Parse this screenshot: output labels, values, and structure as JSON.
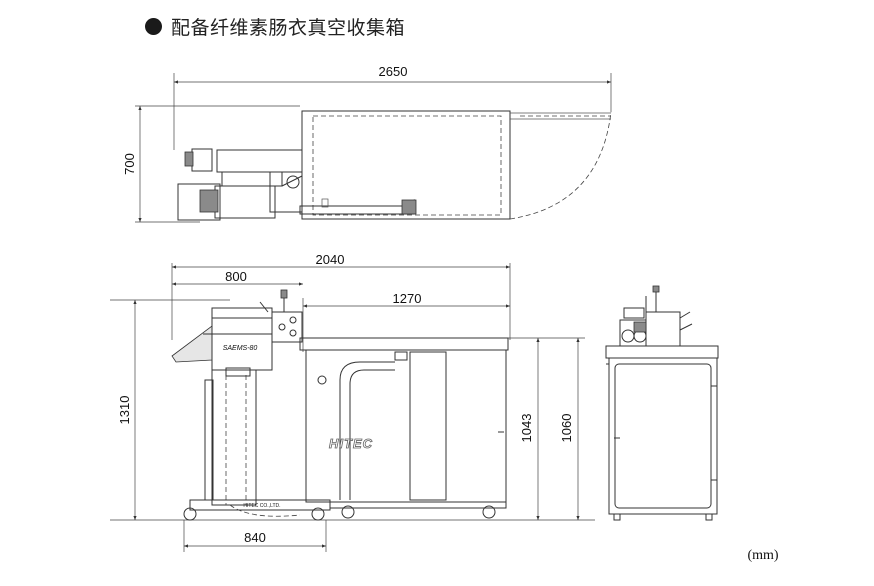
{
  "heading": {
    "text": "配备纤维素肠衣真空收集箱"
  },
  "top_view": {
    "dim_width": "2650",
    "dim_height": "700"
  },
  "front_view": {
    "dim_overall_width": "2040",
    "dim_machine_width": "800",
    "dim_table_width": "1270",
    "dim_total_height": "1310",
    "dim_table_height": "1043",
    "dim_box_height": "1060",
    "dim_base_width": "840",
    "brand_box": "HITEC",
    "machine_label": "SAEMS-80",
    "base_label": "HITEC CO.,LTD."
  },
  "unit": "(mm)"
}
